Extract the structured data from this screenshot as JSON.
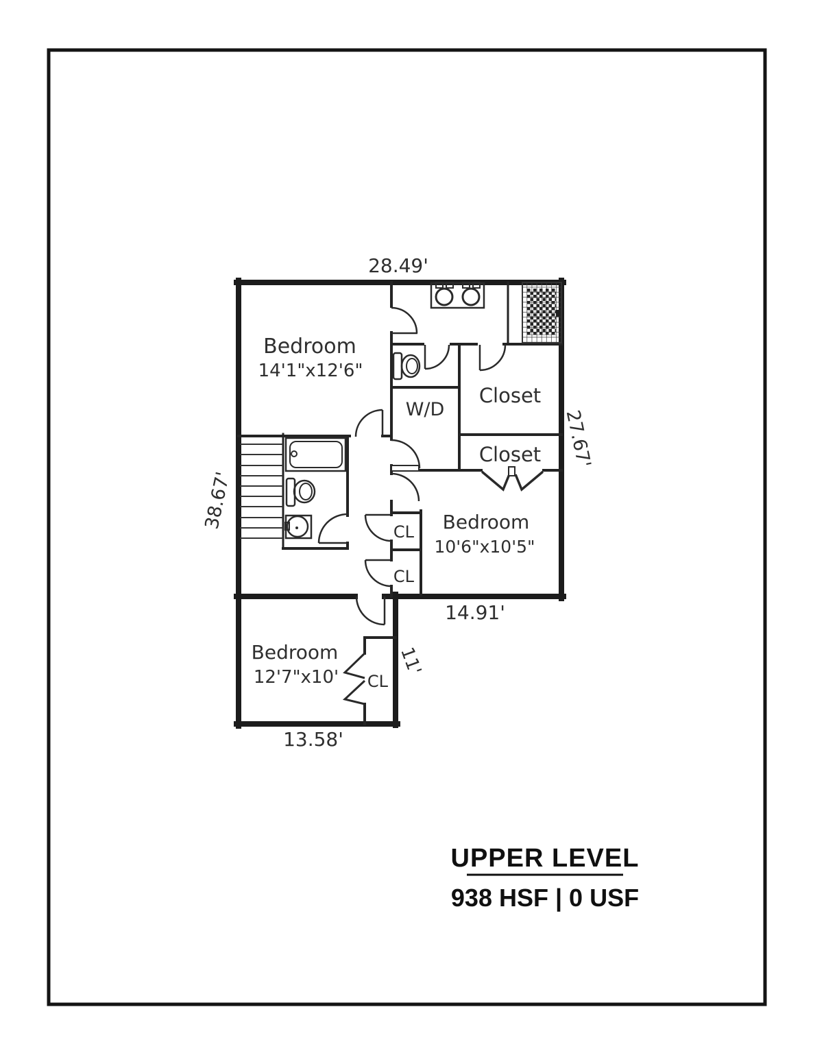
{
  "floor_plan": {
    "dimensions": {
      "top": "28.49'",
      "left": "38.67'",
      "right": "27.67'",
      "mid_bottom": "14.91'",
      "closet_right": "11'",
      "bottom": "13.58'"
    },
    "rooms": {
      "bedroom_main": {
        "name": "Bedroom",
        "size": "14'1\"x12'6\""
      },
      "bedroom_second": {
        "name": "Bedroom",
        "size": "10'6\"x10'5\""
      },
      "bedroom_third": {
        "name": "Bedroom",
        "size": "12'7\"x10'"
      },
      "closet_upper": {
        "label": "Closet"
      },
      "closet_lower": {
        "label": "Closet"
      },
      "laundry": {
        "label": "W/D"
      },
      "closet_hall_1": {
        "label": "CL"
      },
      "closet_hall_2": {
        "label": "CL"
      },
      "closet_bedroom3": {
        "label": "CL"
      }
    },
    "title_block": {
      "level_name": "UPPER LEVEL",
      "area_summary": "938 HSF | 0 USF"
    },
    "colors": {
      "wall": "#1c1c1c",
      "interior_wall": "#242424",
      "text": "#2f2f2f",
      "background": "#ffffff"
    }
  }
}
